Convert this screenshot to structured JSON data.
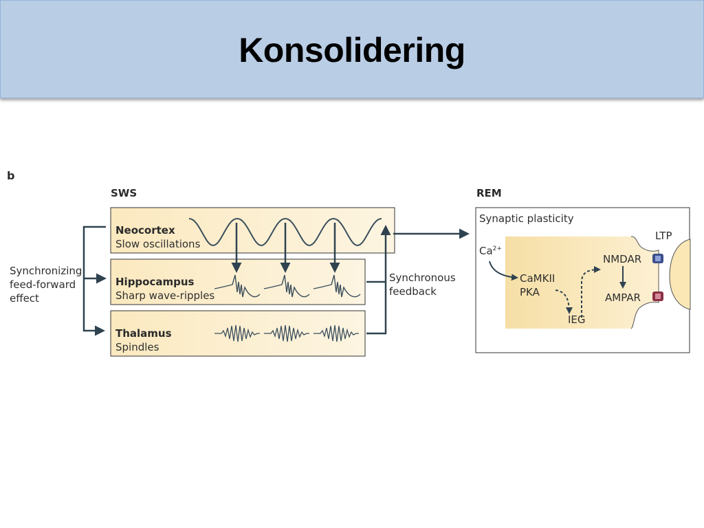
{
  "slide": {
    "title": "Konsolidering"
  },
  "figure": {
    "panel_label": "b",
    "sws": {
      "heading": "SWS",
      "left_label": [
        "Synchronizing",
        "feed-forward",
        "effect"
      ],
      "right_label": [
        "Synchronous",
        "feedback"
      ],
      "neocortex": {
        "name": "Neocortex",
        "rhythm": "Slow oscillations"
      },
      "hippocampus": {
        "name": "Hippocampus",
        "rhythm": "Sharp wave-ripples"
      },
      "thalamus": {
        "name": "Thalamus",
        "rhythm": "Spindles"
      }
    },
    "rem": {
      "heading": "REM",
      "box_title": "Synaptic plasticity",
      "ca": "Ca",
      "ca_sup": "2+",
      "camkii": "CaMKII",
      "pka": "PKA",
      "ieg": "IEG",
      "nmdar": "NMDAR",
      "ampar": "AMPAR",
      "ltp": "LTP"
    },
    "colors": {
      "box_fill": "#fcecc4",
      "arrow": "#2f4250",
      "nmdar_receptor": "#3b4f8c",
      "ampar_receptor": "#8a2f45"
    }
  }
}
